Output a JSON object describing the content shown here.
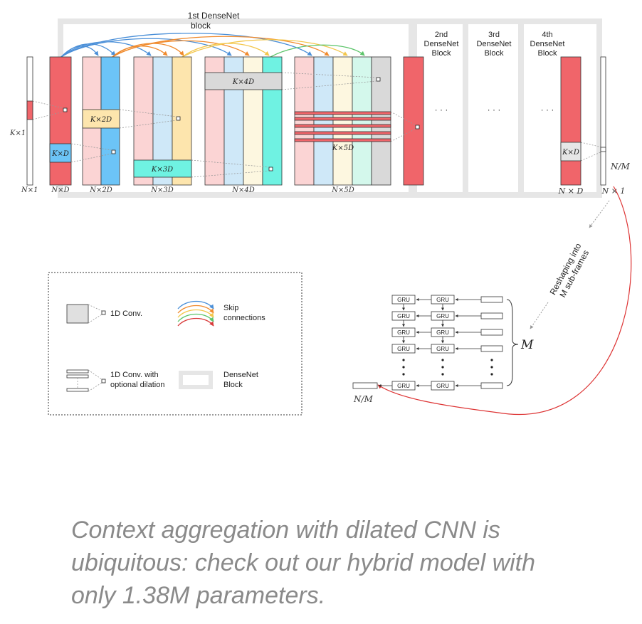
{
  "diagram": {
    "blocks": {
      "first": [
        "1st DenseNet",
        "block"
      ],
      "second": [
        "2nd",
        "DenseNet",
        "Block"
      ],
      "third": [
        "3rd",
        "DenseNet",
        "Block"
      ],
      "fourth": [
        "4th",
        "DenseNet",
        "Block"
      ]
    },
    "dims": {
      "n_x_1": "N×1",
      "n_x_d": "N×D",
      "n_x_2d": "N×2D",
      "n_x_3d": "N×3D",
      "n_x_4d": "N×4D",
      "n_x_5d": "N×5D",
      "n_x_d_out": "N × D",
      "n_x_1_out": "N × 1",
      "k_x_1": "K×1",
      "k_x_d": "K×D",
      "k_x_2d": "K×2D",
      "k_x_3d": "K×3D",
      "k_x_4d": "K×4D",
      "k_x_5d": "K×5D",
      "n_over_m": "N/M",
      "m": "M",
      "ellipsis": "· · ·"
    },
    "reshape_label": [
      "Reshaping into",
      "M sub-frames"
    ],
    "gru_label": "GRU",
    "legend": {
      "conv": "1D Conv.",
      "skip": [
        "Skip",
        "connections"
      ],
      "dilated": [
        "1D Conv. with",
        "optional dilation"
      ],
      "densenet": [
        "DenseNet",
        "Block"
      ]
    },
    "colors": {
      "red": "#f0656a",
      "pink": "#fbd4d4",
      "blue": "#6cc4f7",
      "lightblue": "#cfe8f8",
      "yellow": "#fde5ad",
      "cream": "#fdf7e0",
      "cyan": "#6ff2e2",
      "mint": "#d4f8ec",
      "gray": "#d9d9d9",
      "caption": "#8a8a8a"
    }
  },
  "caption": [
    "Context aggregation with dilated CNN is",
    "ubiquitous: check out our hybrid model with",
    "only 1.38M parameters."
  ]
}
